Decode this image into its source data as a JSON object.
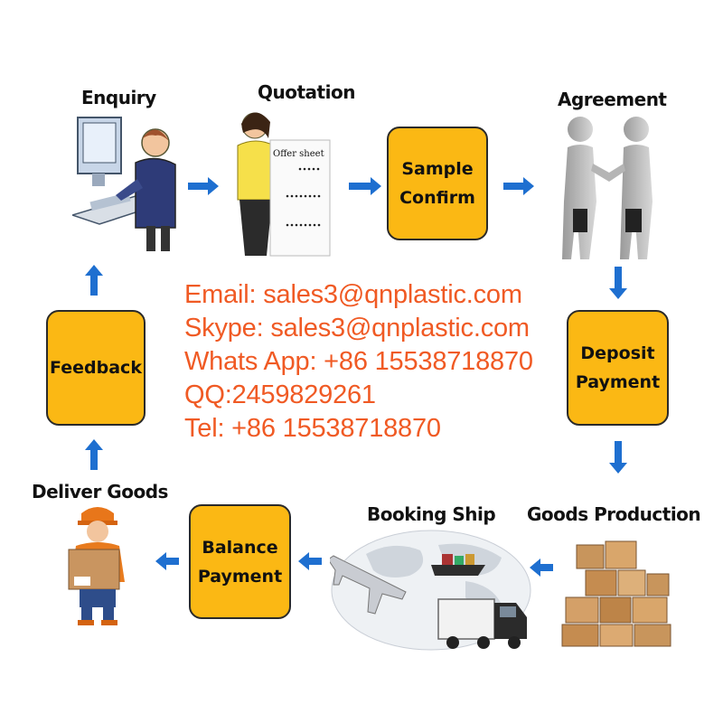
{
  "steps": {
    "enquiry": "Enquiry",
    "quotation": "Quotation",
    "offer_sheet": "Offer sheet",
    "sample_confirm_1": "Sample",
    "sample_confirm_2": "Confirm",
    "agreement": "Agreement",
    "deposit_1": "Deposit",
    "deposit_2": "Payment",
    "goods_production": "Goods Production",
    "booking_ship": "Booking Ship",
    "balance_1": "Balance",
    "balance_2": "Payment",
    "deliver_goods": "Deliver Goods",
    "feedback": "Feedback"
  },
  "contact": {
    "email": "Email: sales3@qnplastic.com",
    "skype": "Skype: sales3@qnplastic.com",
    "whatsapp": "Whats App: +86 15538718870",
    "qq": "QQ:2459829261",
    "tel": "Tel: +86 15538718870"
  },
  "colors": {
    "box_fill": "#fbb814",
    "arrow": "#1e6fd0",
    "contact_text": "#f05a24"
  }
}
